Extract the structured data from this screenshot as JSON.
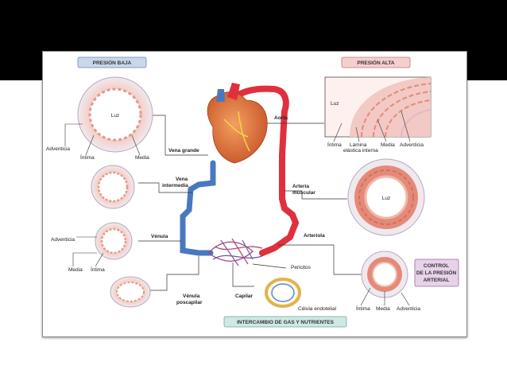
{
  "slide": {
    "background": "#ffffff",
    "top_bar_color": "#000000"
  },
  "headers": {
    "low_pressure": "PRESIÓN BAJA",
    "high_pressure": "PRESIÓN ALTA",
    "exchange": "INTERCAMBIO DE GAS Y NUTRIENTES",
    "control": [
      "CONTROL",
      "DE LA PRESIÓN",
      "ARTERIAL"
    ]
  },
  "vessels": {
    "vena_grande": "Vena grande",
    "vena_intermedia": [
      "Vena",
      "intermedia"
    ],
    "venula": "Vénula",
    "venula_poscapilar": [
      "Vénula",
      "poscapilar"
    ],
    "capilar": "Capilar",
    "aorta": "Aorta",
    "arteria_muscular": [
      "Arteria",
      "muscular"
    ],
    "arteriola": "Arteriola"
  },
  "layers": {
    "luz": "Luz",
    "adventicia": "Adventicia",
    "intima": "Íntima",
    "media": "Media",
    "lamina": [
      "Lámina",
      "elástica interna"
    ],
    "pericitos": "Pericitos",
    "celula_endotelial": "Célula endotelial"
  },
  "colors": {
    "artery": "#e0303d",
    "vein": "#4a78c0",
    "header_low_bg": "#c9d7ea",
    "header_high_bg": "#f5cfcf",
    "header_green_bg": "#cfe8e3",
    "header_control_bg": "#e7d2ea",
    "wall": "#f2c9c4",
    "muscle": "#e58a78"
  }
}
